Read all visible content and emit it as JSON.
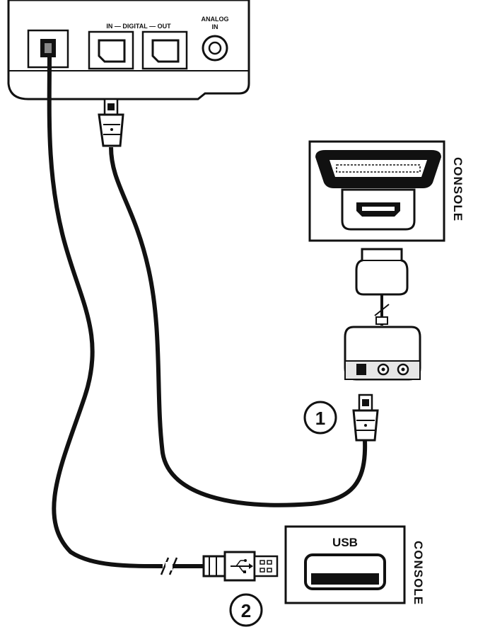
{
  "receiver": {
    "digital_label": "IN — DIGITAL — OUT",
    "analog_label_line1": "ANALOG",
    "analog_label_line2": "IN"
  },
  "console_top": {
    "label": "CONSOLE"
  },
  "console_bottom": {
    "label": "CONSOLE",
    "port_label": "USB"
  },
  "steps": {
    "one": "1",
    "two": "2"
  },
  "colors": {
    "ink": "#111111",
    "panel": "#ffffff",
    "shade": "#e6e6e6"
  }
}
